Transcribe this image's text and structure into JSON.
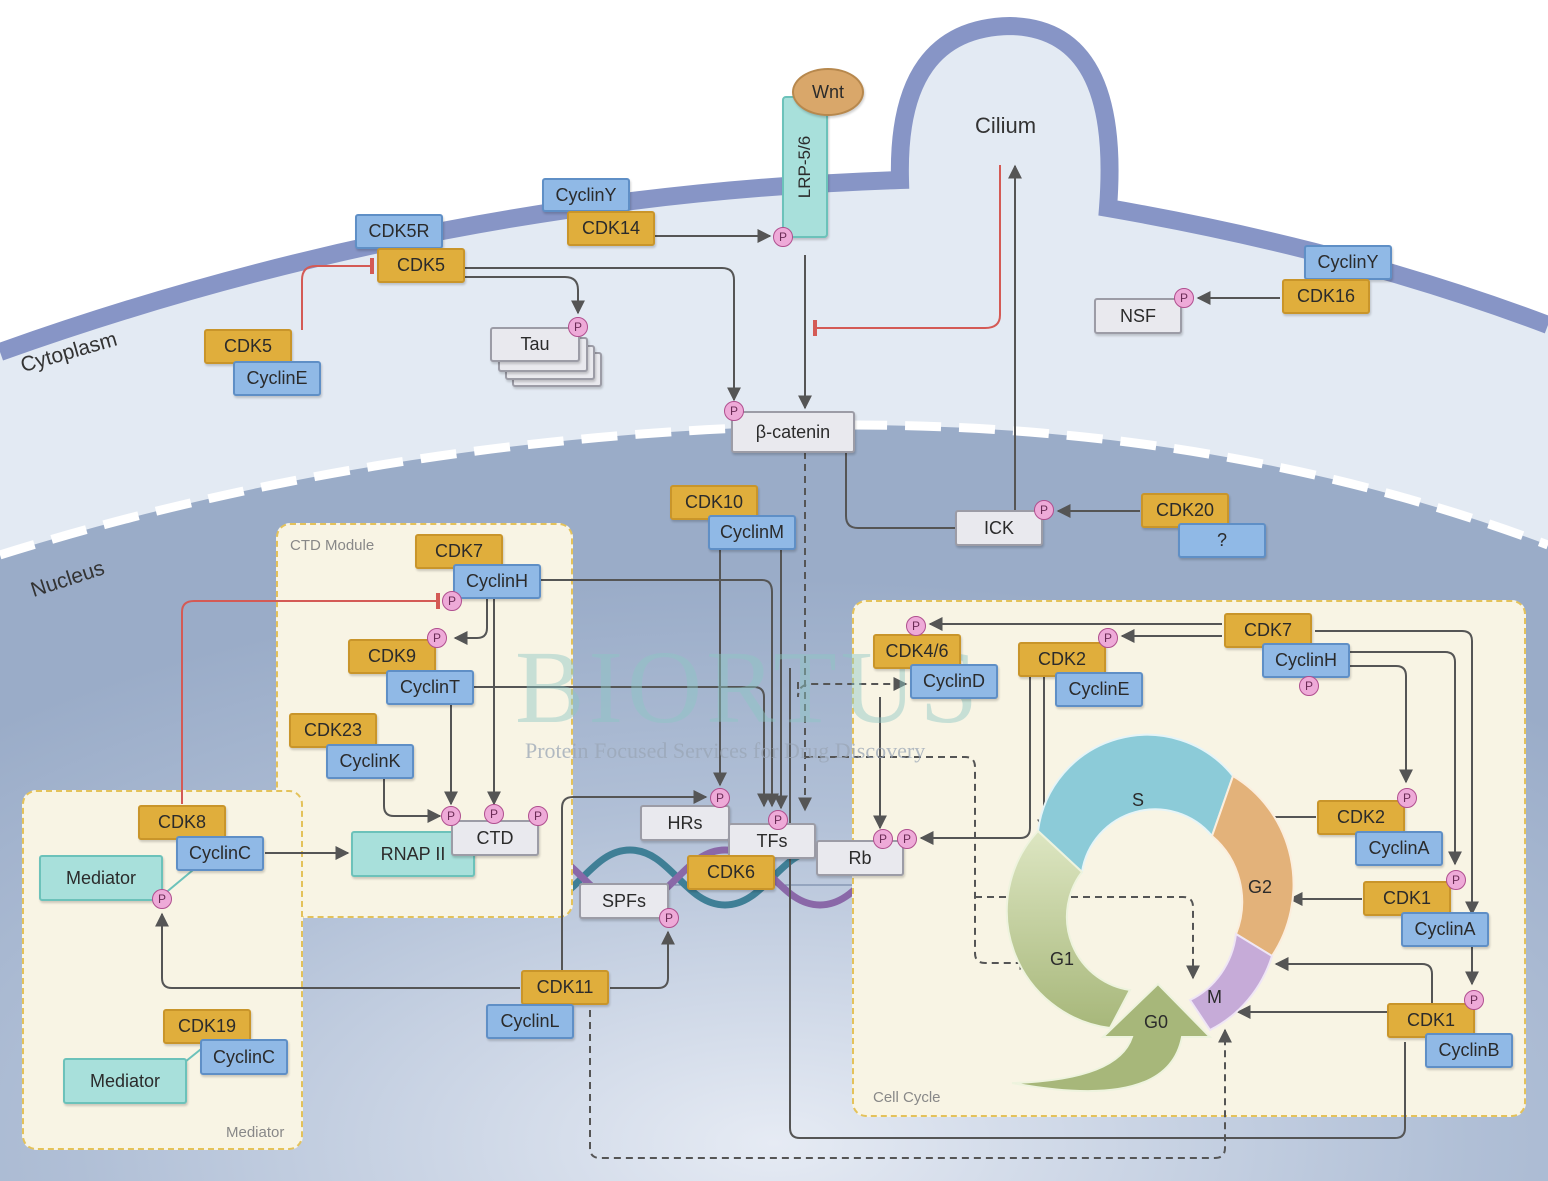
{
  "compartments": {
    "cytoplasm": "Cytoplasm",
    "nucleus": "Nucleus",
    "cilium": "Cilium"
  },
  "modules": {
    "ctd": "CTD Module",
    "mediator": "Mediator",
    "cell_cycle": "Cell Cycle"
  },
  "watermark": {
    "brand": "BIORTUS",
    "tagline": "Protein Focused Services for Drug Discovery"
  },
  "phosphate_label": "P",
  "nodes": {
    "wnt": "Wnt",
    "lrp": "LRP-5/6",
    "cycliny_top": "CyclinY",
    "cdk14": "CDK14",
    "cdk5r": "CDK5R",
    "cdk5_top": "CDK5",
    "cdk5_left": "CDK5",
    "cycline_left": "CyclinE",
    "tau": "Tau",
    "beta_catenin": "β-catenin",
    "cycliny_right": "CyclinY",
    "cdk16": "CDK16",
    "nsf": "NSF",
    "cdk10": "CDK10",
    "cyclinm": "CyclinM",
    "ick": "ICK",
    "cdk20": "CDK20",
    "unknown": "?",
    "ctd_cdk7": "CDK7",
    "ctd_cyclinh": "CyclinH",
    "cdk9": "CDK9",
    "cyclint": "CyclinT",
    "cdk23": "CDK23",
    "cyclink": "CyclinK",
    "rnap2": "RNAP II",
    "ctd": "CTD",
    "cdk8": "CDK8",
    "cyclinc_top": "CyclinC",
    "mediator_top": "Mediator",
    "cdk19": "CDK19",
    "cyclinc_bottom": "CyclinC",
    "mediator_bottom": "Mediator",
    "hrs": "HRs",
    "tfs": "TFs",
    "cdk6": "CDK6",
    "spfs": "SPFs",
    "rb": "Rb",
    "cdk11": "CDK11",
    "cyclinl": "CyclinL",
    "cdk46": "CDK4/6",
    "cyclind": "CyclinD",
    "cdk2_top": "CDK2",
    "cycline_cc": "CyclinE",
    "cc_cdk7": "CDK7",
    "cc_cyclinh": "CyclinH",
    "cdk2_mid": "CDK2",
    "cyclina_1": "CyclinA",
    "cdk1_mid": "CDK1",
    "cyclina_2": "CyclinA",
    "cdk1_bottom": "CDK1",
    "cyclinb": "CyclinB"
  },
  "cell_cycle_phases": {
    "s": "S",
    "g2": "G2",
    "m": "M",
    "g1": "G1",
    "g0": "G0"
  },
  "colors": {
    "membrane": "#8795c6",
    "cytoplasm": "#e3eaf3",
    "nucleus": "#a8b7cf",
    "cdk": "#e0ae3c",
    "cyclin": "#90b9e6",
    "substrate": "#e9e9ee",
    "mediator": "#a8e0db",
    "phosphate": "#eeaad8",
    "inhibition": "#d45a55",
    "arrow": "#555555"
  }
}
